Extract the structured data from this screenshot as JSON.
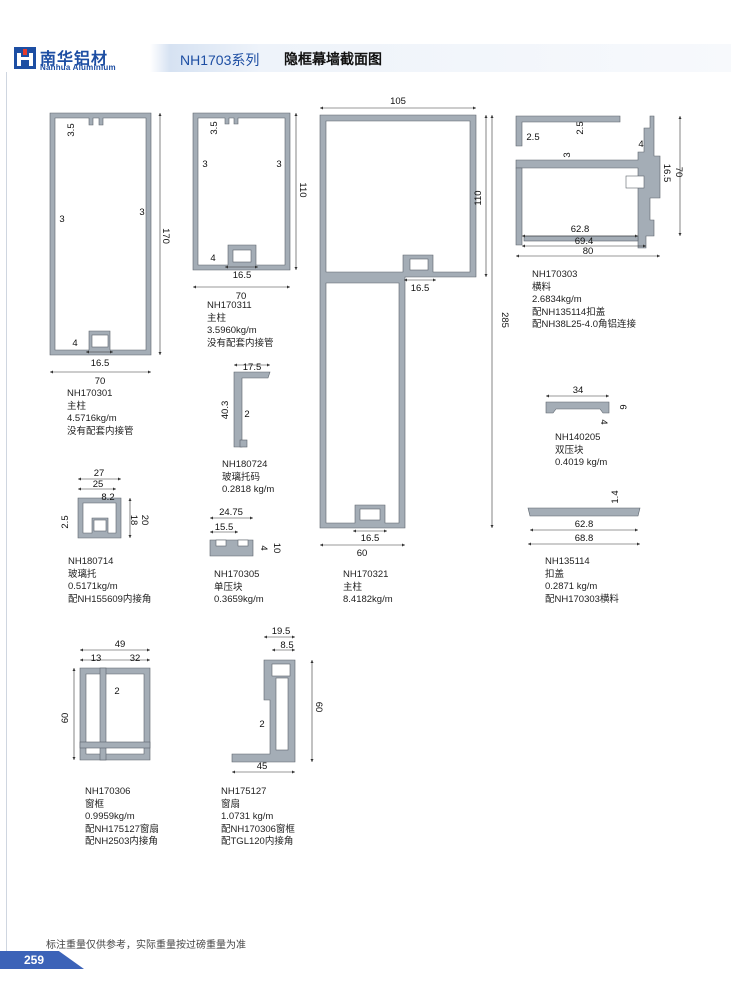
{
  "header": {
    "brand_cn": "南华铝材",
    "brand_en": "Nanhua Aluminium",
    "series": "NH1703系列",
    "title": "隐框幕墙截面图"
  },
  "profiles": {
    "nh170301": {
      "code": "NH170301",
      "name": "主柱",
      "weight": "4.5716kg/m",
      "note": "没有配套内接管",
      "dims": {
        "top": "3.5",
        "left": "3",
        "inner": "3",
        "height": "170",
        "width": "70",
        "slot": "16.5",
        "lip": "4"
      }
    },
    "nh170311": {
      "code": "NH170311",
      "name": "主柱",
      "weight": "3.5960kg/m",
      "note": "没有配套内接管",
      "dims": {
        "top": "3.5",
        "left": "3",
        "right": "3",
        "height": "110",
        "width": "70",
        "slot": "16.5",
        "lip": "4"
      }
    },
    "nh170321": {
      "code": "NH170321",
      "name": "主柱",
      "weight": "8.4182kg/m",
      "dims": {
        "top": "105",
        "upper": "110",
        "height": "285",
        "slot_top": "16.5",
        "slot_bottom": "16.5",
        "bottom": "60"
      }
    },
    "nh170303": {
      "code": "NH170303",
      "name": "横料",
      "weight": "2.6834kg/m",
      "note": "配NH135114扣盖",
      "note2": "配NH38L25-4.0角铝连接",
      "dims": {
        "a": "2.5",
        "b": "2.5",
        "c": "3",
        "d": "4",
        "e": "16.5",
        "f": "70",
        "g": "62.8",
        "h": "69.4",
        "w": "80"
      }
    },
    "nh180724": {
      "code": "NH180724",
      "name": "玻璃托码",
      "weight": "0.2818 kg/m",
      "dims": {
        "top": "17.5",
        "height": "40.3",
        "thick": "2"
      }
    },
    "nh140205": {
      "code": "NH140205",
      "name": "双压块",
      "weight": "0.4019 kg/m",
      "dims": {
        "w": "34",
        "h": "6",
        "lip": "4"
      }
    },
    "nh180714": {
      "code": "NH180714",
      "name": "玻璃托",
      "weight": "0.5171kg/m",
      "note": "配NH155609内接角",
      "dims": {
        "w1": "27",
        "w2": "25",
        "w3": "8.2",
        "h1": "2.5",
        "h2": "18",
        "h3": "20"
      }
    },
    "nh170305": {
      "code": "NH170305",
      "name": "单压块",
      "weight": "0.3659kg/m",
      "dims": {
        "w1": "24.75",
        "w2": "15.5",
        "h1": "4",
        "h2": "10"
      }
    },
    "nh135114": {
      "code": "NH135114",
      "name": "扣盖",
      "weight": "0.2871 kg/m",
      "note": "配NH170303横料",
      "dims": {
        "t": "1.4",
        "w1": "62.8",
        "w2": "68.8"
      }
    },
    "nh170306": {
      "code": "NH170306",
      "name": "窗框",
      "weight": "0.9959kg/m",
      "note": "配NH175127窗扇",
      "note2": "配NH2503内接角",
      "dims": {
        "w": "49",
        "a": "13",
        "b": "32",
        "t": "2",
        "h": "60"
      }
    },
    "nh175127": {
      "code": "NH175127",
      "name": "窗扇",
      "weight": "1.0731 kg/m",
      "note": "配NH170306窗框",
      "note2": "配TGL120内接角",
      "dims": {
        "w1": "19.5",
        "w2": "8.5",
        "t": "2",
        "h": "60",
        "w": "45"
      }
    }
  },
  "footer": {
    "note": "标注重量仅供参考，实际重量按过磅重量为准",
    "page": "259"
  },
  "colors": {
    "brand": "#1d4ea3",
    "profile_fill": "#9aa3ad",
    "profile_edge": "#5b636b"
  }
}
